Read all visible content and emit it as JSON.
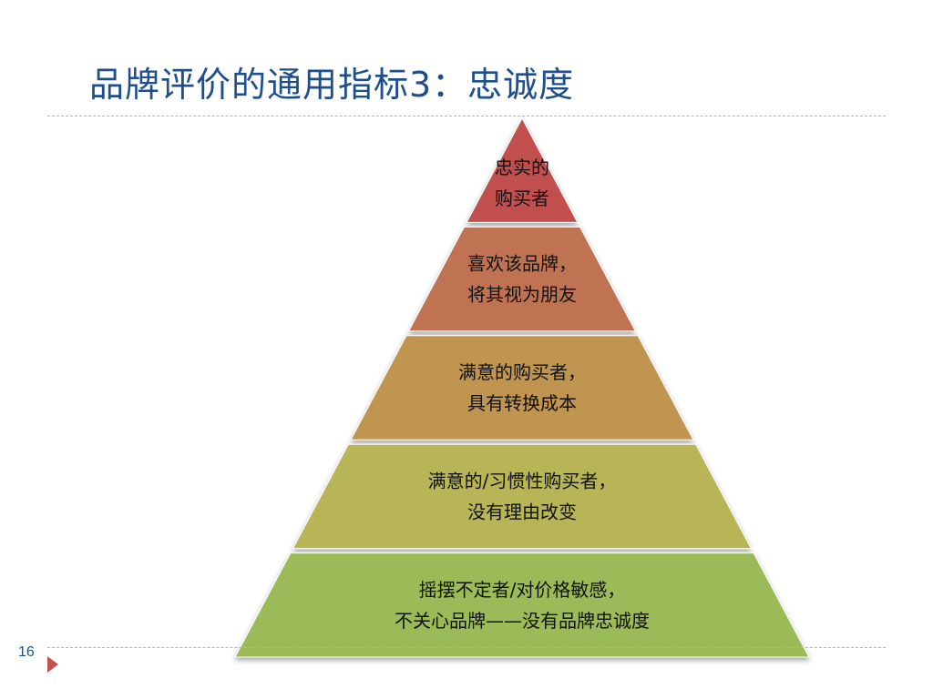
{
  "slide": {
    "title": "品牌评价的通用指标3：忠诚度",
    "page_number": "16"
  },
  "pyramid": {
    "levels": [
      {
        "lines": [
          "忠实的",
          "购买者"
        ],
        "color": "#c0504d"
      },
      {
        "lines": [
          "喜欢该品牌，",
          "将其视为朋友"
        ],
        "color": "#c07353"
      },
      {
        "lines": [
          "满意的购买者，",
          "具有转换成本"
        ],
        "color": "#c0954f"
      },
      {
        "lines": [
          "满意的/习惯性购买者，",
          "没有理由改变"
        ],
        "color": "#b8b556"
      },
      {
        "lines": [
          "摇摆不定者/对价格敏感，",
          "不关心品牌——没有品牌忠诚度"
        ],
        "color": "#9bbb59"
      }
    ]
  },
  "colors": {
    "title": "#1f4e8c",
    "accent": "#c0504d",
    "rule": "#d9a3a3"
  },
  "icons": {
    "nav": "triangle-right-icon"
  }
}
